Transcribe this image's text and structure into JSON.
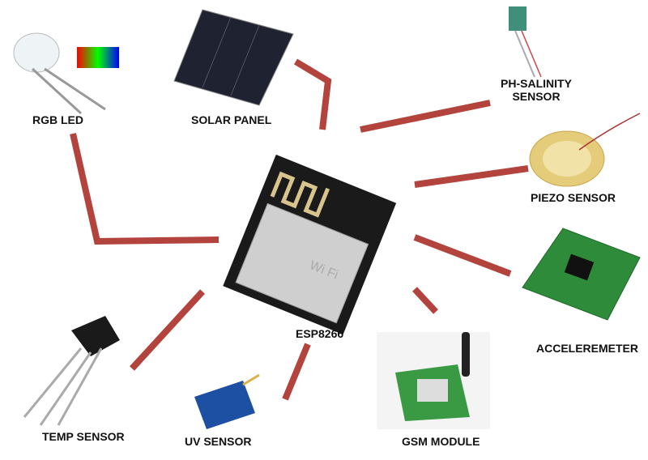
{
  "center": {
    "label": "ESP8266"
  },
  "components": [
    {
      "id": "rgb-led",
      "label": "RGB LED"
    },
    {
      "id": "solar-panel",
      "label": "SOLAR PANEL"
    },
    {
      "id": "ph-salinity-sensor",
      "label_line1": "PH-SALINITY",
      "label_line2": "SENSOR"
    },
    {
      "id": "piezo-sensor",
      "label": "PIEZO SENSOR"
    },
    {
      "id": "accelerometer",
      "label": "ACCELEREMETER"
    },
    {
      "id": "gsm-module",
      "label": "GSM MODULE"
    },
    {
      "id": "uv-sensor",
      "label": "UV SENSOR"
    },
    {
      "id": "temp-sensor",
      "label": "TEMP SENSOR"
    }
  ],
  "colors": {
    "connector": "#b3433d",
    "pcb_green": "#2e8b3a",
    "chip_black": "#1a1a1a"
  }
}
